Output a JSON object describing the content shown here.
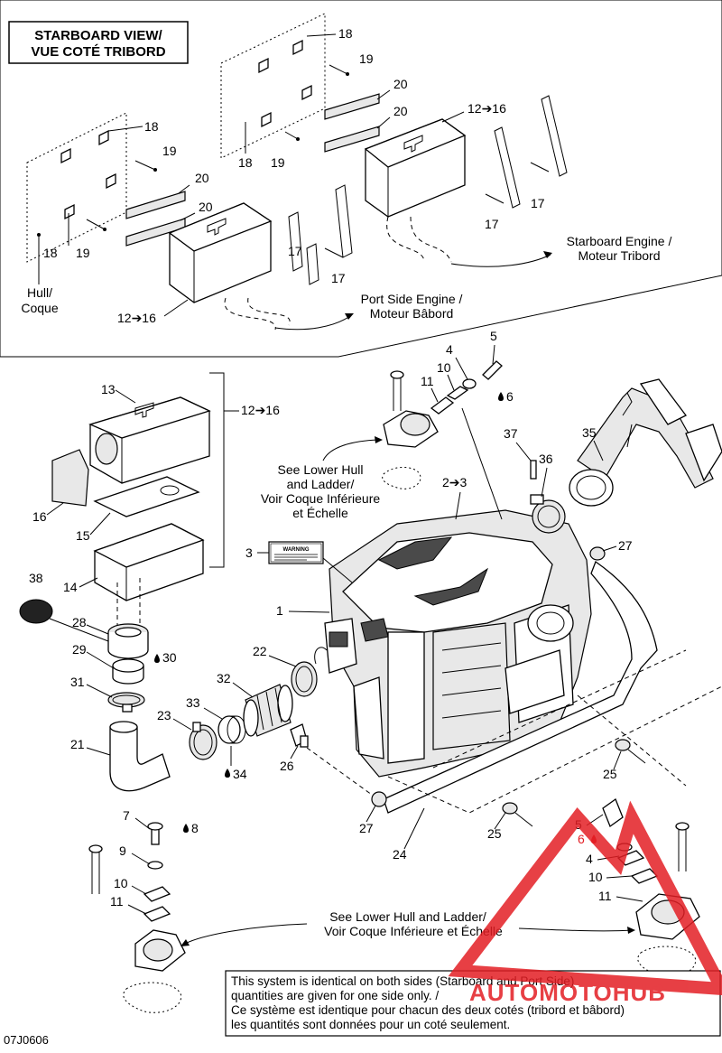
{
  "starboard_view": {
    "line1": "STARBOARD VIEW/",
    "line2": "VUE COTÉ TRIBORD"
  },
  "hull_label": {
    "line1": "Hull/",
    "line2": "Coque"
  },
  "starboard_engine": {
    "line1": "Starboard Engine /",
    "line2": "Moteur Tribord"
  },
  "port_engine": {
    "line1": "Port Side Engine /",
    "line2": "Moteur Bâbord"
  },
  "see_lower_hull_1": {
    "line1": "See Lower Hull",
    "line2": "and Ladder/",
    "line3": "Voir Coque Inférieure",
    "line4": "et Échelle"
  },
  "see_lower_hull_2": {
    "line1": "See Lower Hull and Ladder/",
    "line2": "Voir Coque Inférieure et Échelle"
  },
  "note": {
    "line1": "This system is identical on both sides (Starboard and Port Side)",
    "line2": "quantities are given for one side only. /",
    "line3": "Ce système est identique pour chacun des deux cotés (tribord et bâbord)",
    "line4": "les quantités sont données pour un coté seulement."
  },
  "watermark": {
    "text": "AUTOMOTOHUB",
    "color": "#e31e24"
  },
  "figure_code": "07J0606",
  "callouts": {
    "c1": "1",
    "c2": "2➔3",
    "c3": "3",
    "c4a": "4",
    "c4b": "4",
    "c5a": "5",
    "c5b": "5",
    "c6a": "6",
    "c6b": "6",
    "c7": "7",
    "c8": "8",
    "c9": "9",
    "c10a": "10",
    "c10b": "10",
    "c10c": "10",
    "c11a": "11",
    "c11b": "11",
    "c11c": "11",
    "c12a": "12➔16",
    "c12b": "12➔16",
    "c12c": "12➔16",
    "c13": "13",
    "c14": "14",
    "c15": "15",
    "c16": "16",
    "c17a": "17",
    "c17b": "17",
    "c17c": "17",
    "c17d": "17",
    "c18a": "18",
    "c18b": "18",
    "c18c": "18",
    "c18d": "18",
    "c19a": "19",
    "c19b": "19",
    "c19c": "19",
    "c19d": "19",
    "c20a": "20",
    "c20b": "20",
    "c20c": "20",
    "c20d": "20",
    "c21": "21",
    "c22": "22",
    "c23": "23",
    "c24": "24",
    "c25a": "25",
    "c25b": "25",
    "c26": "26",
    "c27a": "27",
    "c27b": "27",
    "c28": "28",
    "c29": "29",
    "c30": "30",
    "c31": "31",
    "c32": "32",
    "c33": "33",
    "c34": "34",
    "c35": "35",
    "c36": "36",
    "c37": "37",
    "c38": "38"
  },
  "label_plate_text": "WARNING"
}
